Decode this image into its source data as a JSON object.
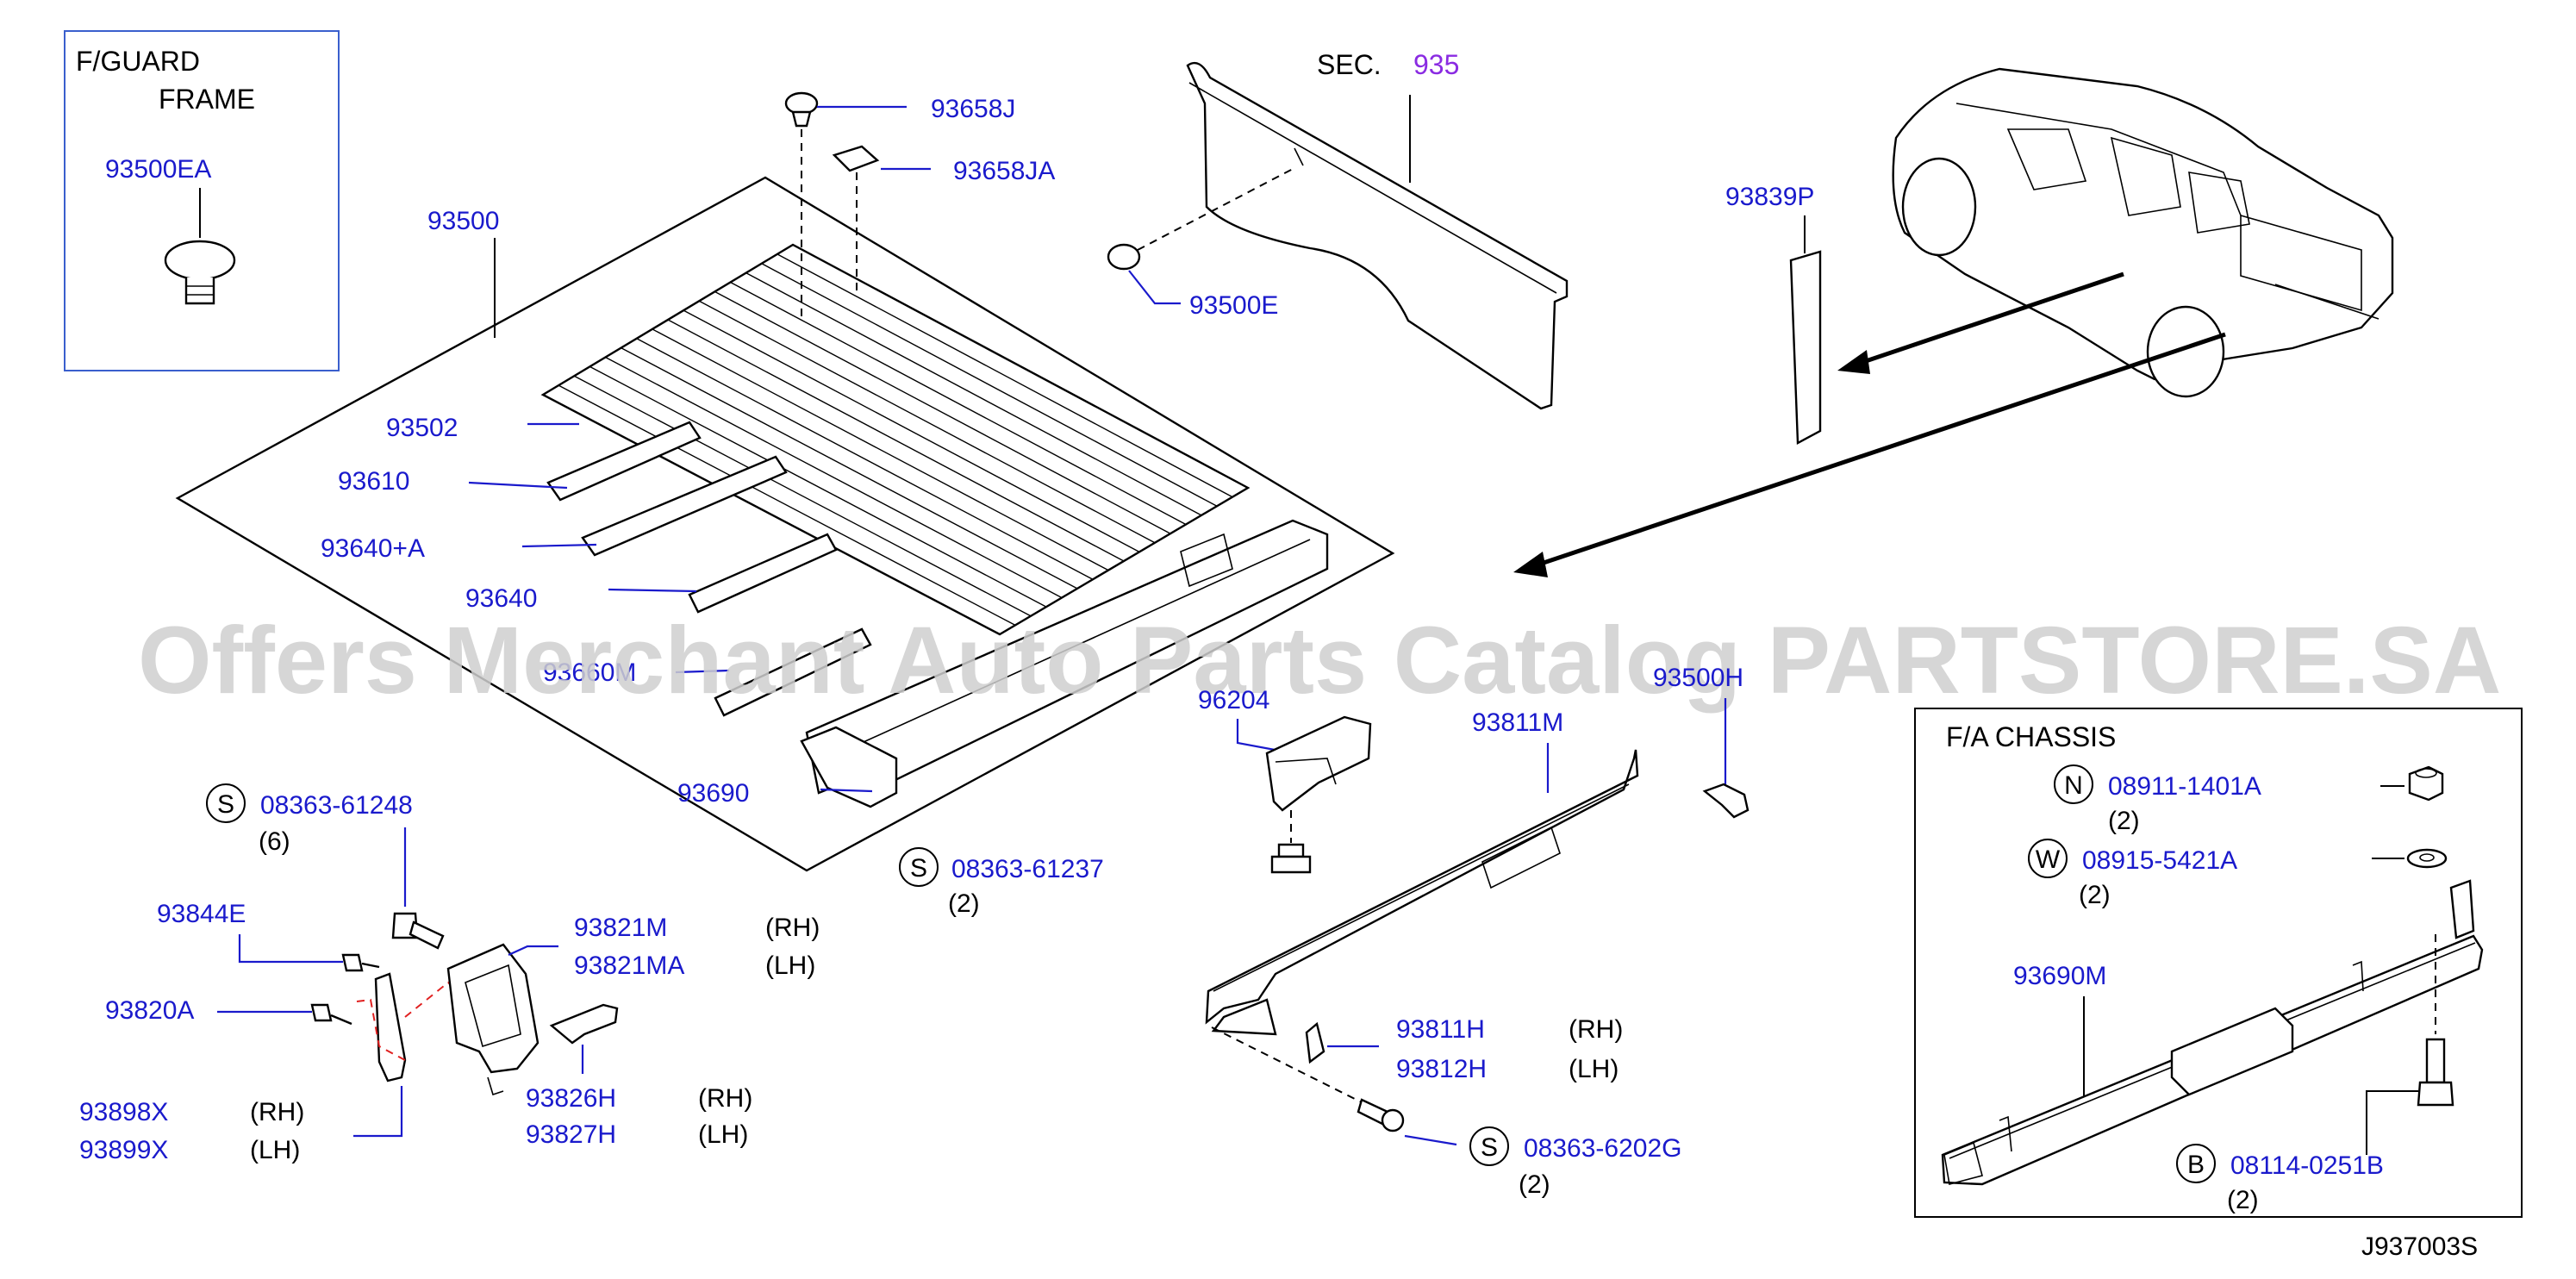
{
  "section": {
    "prefix": "SEC.",
    "number": "935"
  },
  "boxes": {
    "fguard": {
      "line1": "F/GUARD",
      "line2": "FRAME",
      "part": "93500EA"
    },
    "fa_chassis": {
      "title": "F/A  CHASSIS"
    }
  },
  "parts": {
    "p93658J": "93658J",
    "p93658JA": "93658JA",
    "p93500": "93500",
    "p93500E": "93500E",
    "p93839P": "93839P",
    "p93502": "93502",
    "p93610": "93610",
    "p93640A": "93640+A",
    "p93640": "93640",
    "p93660M": "93660M",
    "p93690": "93690",
    "p96204": "96204",
    "p93811M": "93811M",
    "p93500H": "93500H",
    "p93844E": "93844E",
    "p93820A": "93820A",
    "p93821M": "93821M",
    "p93821MA": "93821MA",
    "p93826H": "93826H",
    "p93827H": "93827H",
    "p93898X": "93898X",
    "p93899X": "93899X",
    "p93811H": "93811H",
    "p93812H": "93812H",
    "p93690M": "93690M"
  },
  "sides": {
    "rh": "(RH)",
    "lh": "(LH)"
  },
  "fasteners": {
    "s1": {
      "letter": "S",
      "part": "08363-61248",
      "qty": "(6)"
    },
    "s2": {
      "letter": "S",
      "part": "08363-61237",
      "qty": "(2)"
    },
    "s3": {
      "letter": "S",
      "part": "08363-6202G",
      "qty": "(2)"
    },
    "n1": {
      "letter": "N",
      "part": "08911-1401A",
      "qty": "(2)"
    },
    "w1": {
      "letter": "W",
      "part": "08915-5421A",
      "qty": "(2)"
    },
    "b1": {
      "letter": "B",
      "part": "08114-0251B",
      "qty": "(2)"
    }
  },
  "watermark": "Offers Merchant Auto Parts Catalog PARTSTORE.SA",
  "diagram_code": "J937003S"
}
